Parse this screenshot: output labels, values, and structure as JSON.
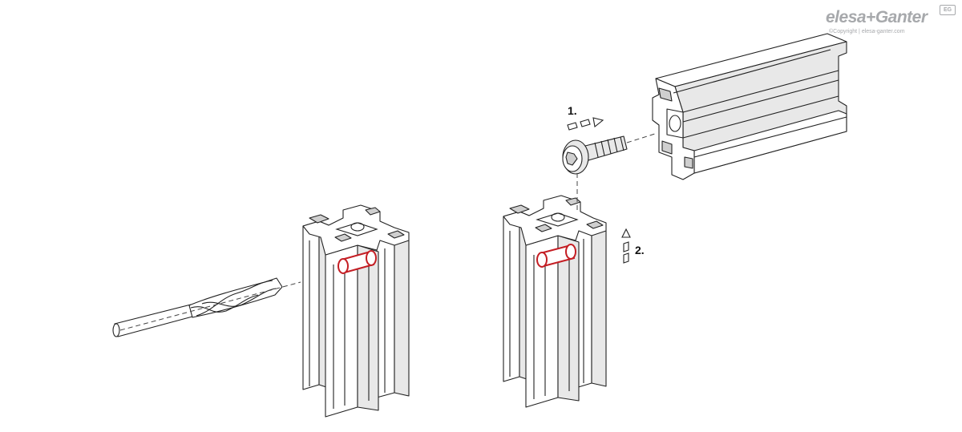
{
  "logo": {
    "brand": "elesa+Ganter",
    "badge": "EG",
    "copyright": "©Copyright | elesa-ganter.com"
  },
  "steps": [
    {
      "label": "1."
    },
    {
      "label": "2."
    }
  ],
  "colors": {
    "outline": "#222222",
    "highlight": "#c41e24",
    "logo_gray": "#a7a9ac",
    "face_light": "#ffffff",
    "face_shade": "#e6e6e6"
  }
}
